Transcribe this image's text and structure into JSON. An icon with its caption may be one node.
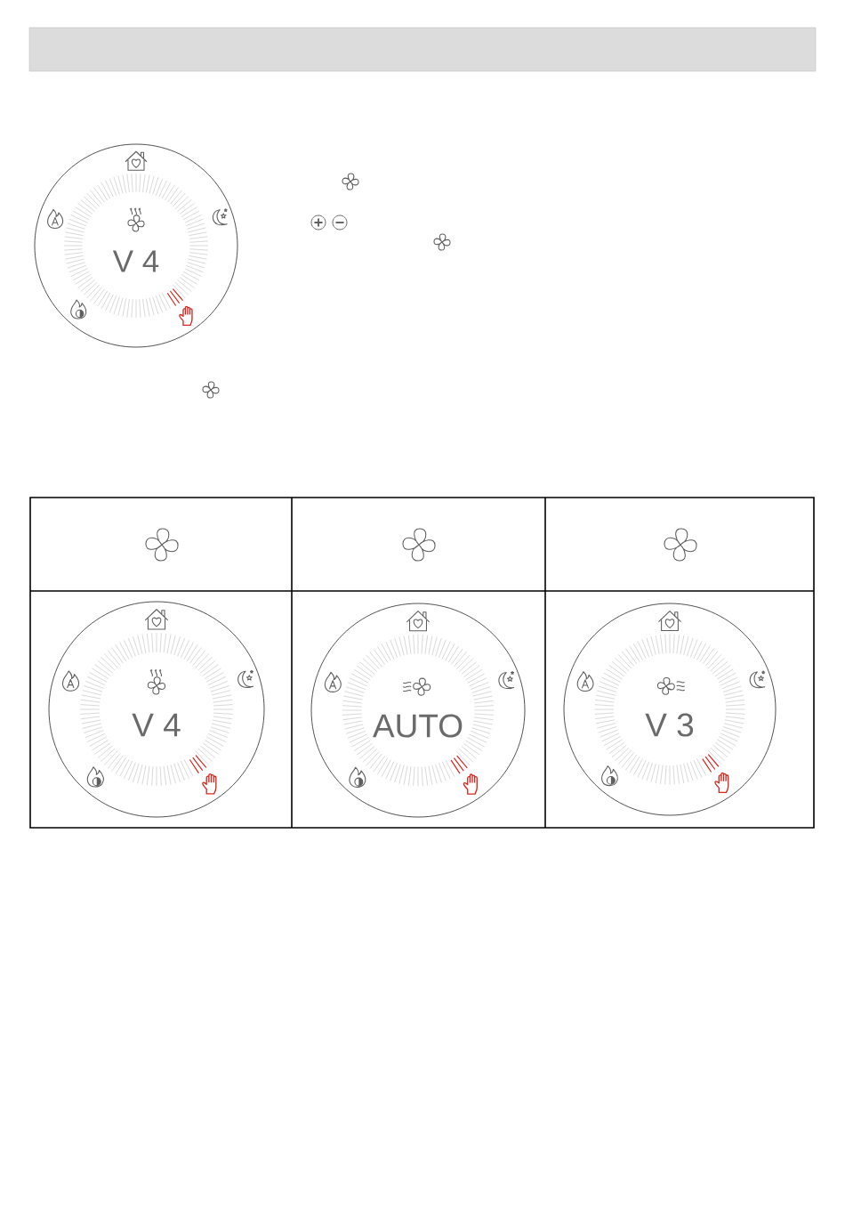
{
  "diagram": {
    "nodes": [
      {
        "text": [
          "V 4"
        ]
      },
      {
        "text": [
          "V 4"
        ]
      },
      {
        "text": [
          "AUTO"
        ]
      },
      {
        "text": [
          "V 3"
        ]
      }
    ]
  }
}
